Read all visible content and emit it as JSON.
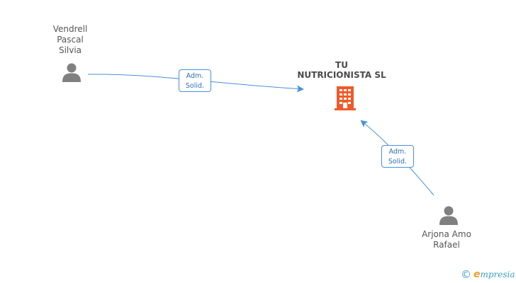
{
  "company": {
    "lines": [
      "TU",
      "NUTRICIONISTA SL"
    ],
    "icon": "building-icon",
    "color": "#f05a28"
  },
  "persons": [
    {
      "id": "vendrell",
      "lines": [
        "Vendrell",
        "Pascal",
        "Silvia"
      ],
      "icon": "person-icon"
    },
    {
      "id": "arjona",
      "lines": [
        "Arjona Amo",
        "Rafael"
      ],
      "icon": "person-icon"
    }
  ],
  "relations": [
    {
      "from": "vendrell",
      "to": "company",
      "lines": [
        "Adm.",
        "Solid."
      ]
    },
    {
      "from": "arjona",
      "to": "company",
      "lines": [
        "Adm.",
        "Solid."
      ]
    }
  ],
  "colors": {
    "edge": "#4a90d9",
    "person_icon": "#808080"
  },
  "brand": {
    "copyright": "©",
    "first_letter": "e",
    "rest": "mpresia"
  }
}
